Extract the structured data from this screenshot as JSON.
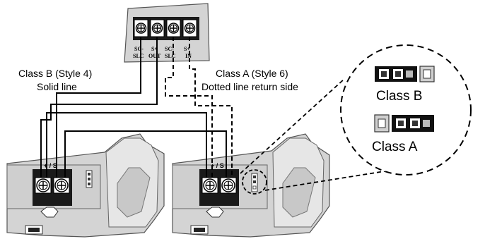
{
  "connector": {
    "terminal_labels": [
      {
        "line1": "SC-",
        "line2": "SLC"
      },
      {
        "line1": "S+",
        "line2": "OUT"
      },
      {
        "line1": "SC-",
        "line2": "SLC"
      },
      {
        "line1": "S+",
        "line2": "IN"
      }
    ]
  },
  "captions": {
    "class_b_line1": "Class B (Style 4)",
    "class_b_line2": "Solid line",
    "class_a_line1": "Class A (Style 6)",
    "class_a_line2": "Dotted line return side"
  },
  "inset": {
    "class_b_label": "Class B",
    "class_a_label": "Class A"
  },
  "modules": {
    "left_terminal_marks": "+ / S",
    "right_terminal_marks": "+ / S"
  },
  "colors": {
    "plate": "#d4d4d4",
    "plate_stroke": "#555555",
    "terminal_block": "#1a1a1a",
    "jumper_black": "#111111"
  }
}
